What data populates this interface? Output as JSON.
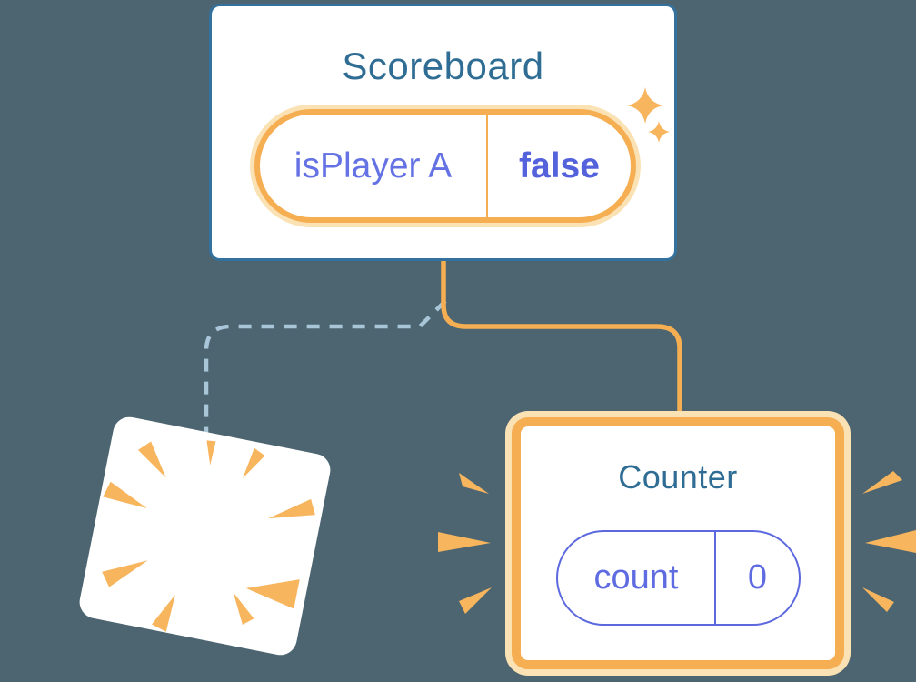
{
  "scoreboard_card": {
    "title": "Scoreboard",
    "state": {
      "key": "isPlayer A",
      "value": "false"
    }
  },
  "counter_card": {
    "title": "Counter",
    "state": {
      "key": "count",
      "value": "0"
    }
  },
  "icons": {
    "sparkles": "sparkles-icon",
    "poof": "poof-burst-icon",
    "emphasis_left": "emphasis-burst-left-icon",
    "emphasis_right": "emphasis-burst-right-icon"
  },
  "colors": {
    "background": "#4C6570",
    "card_background": "#FFFFFF",
    "blue_card_border": "#33719E",
    "title_text": "#2F6D94",
    "state_key_text": "#6472E4",
    "state_value_text": "#5462DB",
    "purple_pill_border": "#5B68DE",
    "orange": "#F5AE52",
    "orange_halo": "#FBE2B5",
    "burst_orange": "#F7B55E",
    "dashed_connector": "#A9C6D9"
  }
}
